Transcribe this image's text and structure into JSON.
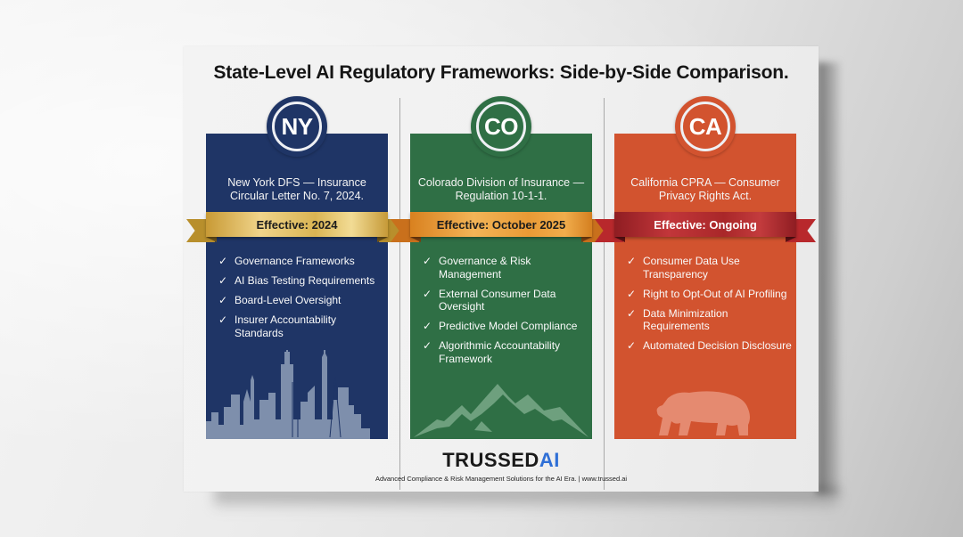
{
  "title": "State-Level AI Regulatory Frameworks: Side-by-Side Comparison.",
  "columns": [
    {
      "code": "NY",
      "agency": "New York DFS — Insurance Circular Letter No. 7, 2024.",
      "effective": "Effective: 2024",
      "items": [
        "Governance Frameworks",
        "AI Bias Testing Requirements",
        "Board-Level Oversight",
        "Insurer Accountability Standards"
      ],
      "illustration": "nyc-skyline-icon",
      "colors": {
        "panel": "#1f3566",
        "ribbon": "#d7b24a",
        "ribbon_text": "#1c1c1c",
        "art": "#7e8fac"
      }
    },
    {
      "code": "CO",
      "agency": "Colorado Division of Insurance — Regulation 10-1-1.",
      "effective": "Effective: October 2025",
      "items": [
        "Governance & Risk Management",
        "External Consumer Data Oversight",
        "Predictive Model Compliance",
        "Algorithmic Accountability Framework"
      ],
      "illustration": "mountains-icon",
      "colors": {
        "panel": "#2f6f45",
        "ribbon": "#e5922e",
        "ribbon_text": "#1c1c1c",
        "art": "#6ea07e"
      }
    },
    {
      "code": "CA",
      "agency": "California CPRA — Consumer Privacy Rights Act.",
      "effective": "Effective: Ongoing",
      "items": [
        "Consumer Data Use Transparency",
        "Right to Opt-Out of AI Profiling",
        "Data Minimization Requirements",
        "Automated Decision Disclosure"
      ],
      "illustration": "california-bear-icon",
      "colors": {
        "panel": "#d2532f",
        "ribbon": "#a9272a",
        "ribbon_text": "#ffffff",
        "art": "#e58a70"
      }
    }
  ],
  "footer": {
    "brand_main": "TRUSSED",
    "brand_accent": "AI",
    "brand_accent_color": "#2f6fd6",
    "tagline": "Advanced Compliance & Risk Management Solutions for the AI Era.  |  www.trussed.ai"
  },
  "check_glyph": "✓"
}
